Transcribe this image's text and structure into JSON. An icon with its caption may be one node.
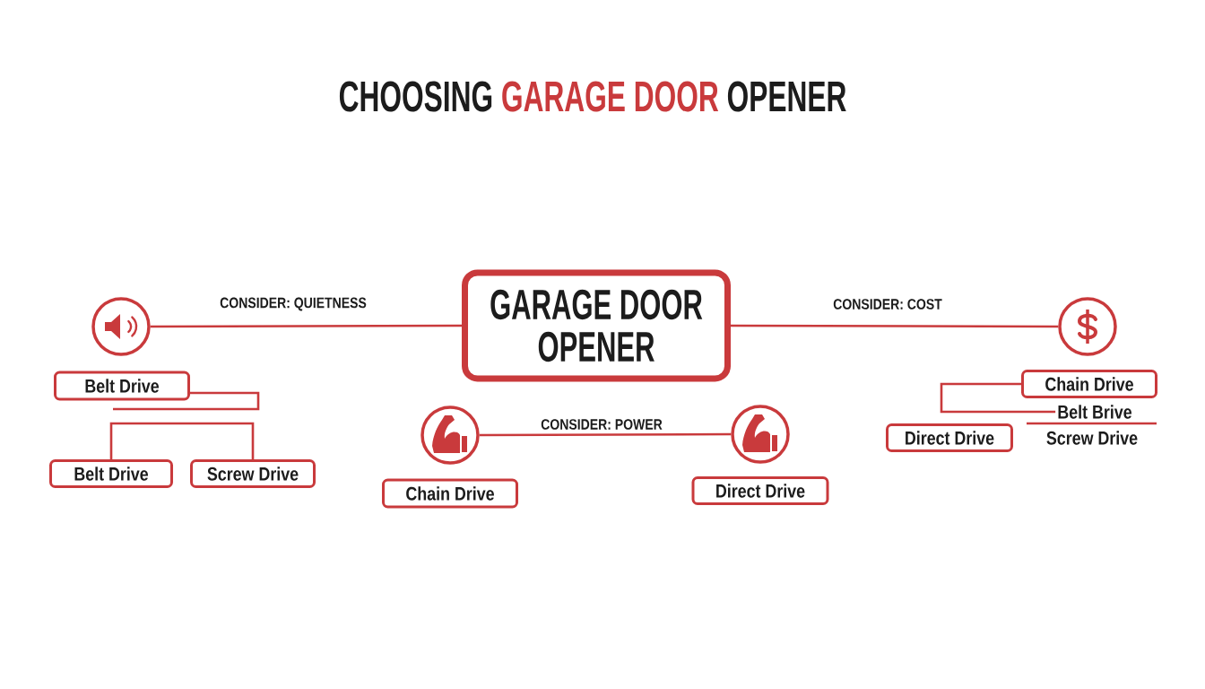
{
  "diagram": {
    "title": "CHOOSING **GARAGE DOOR** OPENER",
    "nodes": [
      {
        "text": [
          "GARAGE DOOR OPENER"
        ]
      },
      {
        "text": [],
        "shape": "circle"
      },
      {
        "text": [],
        "shape": "circle"
      },
      {
        "text": [],
        "shape": "circle"
      },
      {
        "text": [],
        "shape": "circle"
      },
      {
        "text": [
          "Belt Drive"
        ]
      },
      {
        "text": [
          "Belt Drive"
        ]
      },
      {
        "text": [
          "Screw Drive"
        ]
      },
      {
        "text": [
          "Chain Drive"
        ]
      },
      {
        "text": [
          "Direct Drive"
        ]
      },
      {
        "text": [
          "Chain Drive"
        ]
      },
      {
        "text": [
          "Direct Drive"
        ]
      },
      {
        "text": [
          "Belt Brive"
        ]
      }
    ],
    "edges": [
      {
        "from": 0,
        "to": 1,
        "arrow": "none",
        "label": "CONSIDER: QUIETNESS"
      },
      {
        "from": 0,
        "to": 2,
        "arrow": "none",
        "label": "CONSIDER: COST"
      },
      {
        "from": 3,
        "to": 4,
        "arrow": "none",
        "label": "CONSIDER: POWER"
      },
      {
        "from": 5,
        "to": null,
        "arrow": "none"
      },
      {
        "from": 6,
        "to": 7,
        "arrow": "none"
      },
      {
        "from": 10,
        "to": 12,
        "arrow": "none"
      }
    ],
    "labels": [
      "Screw Drive"
    ]
  }
}
